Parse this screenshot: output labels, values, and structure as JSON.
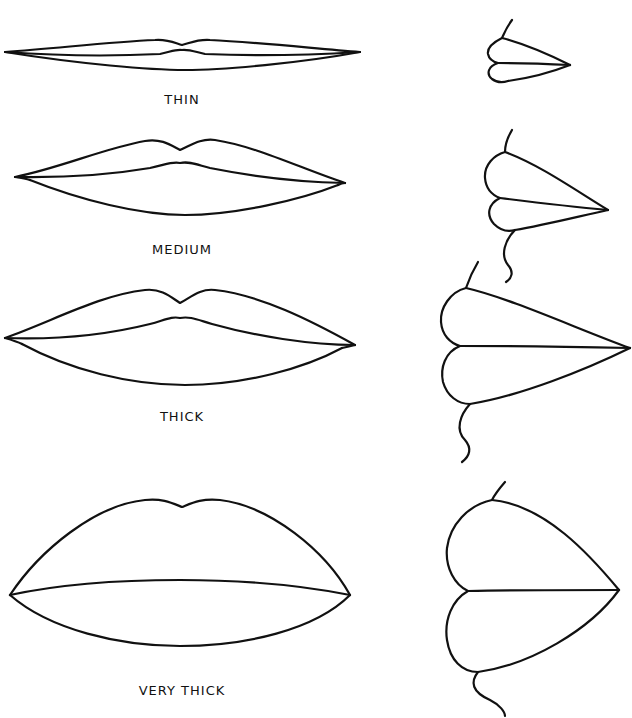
{
  "diagram": {
    "labels": [
      "THIN",
      "MEDIUM",
      "THICK",
      "VERY THICK"
    ]
  }
}
